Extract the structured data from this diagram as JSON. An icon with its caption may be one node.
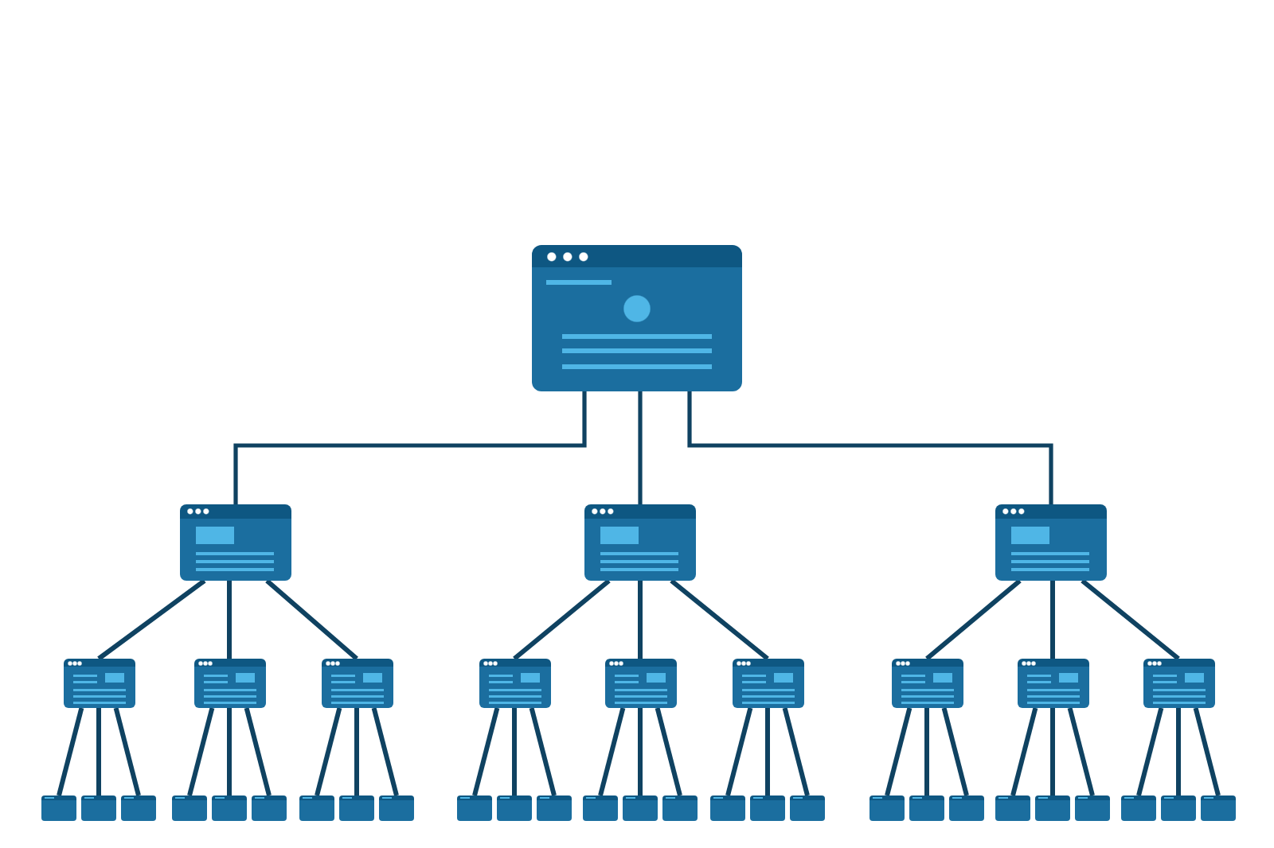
{
  "diagram": {
    "nodes": [
      {
        "text": [],
        "shape": "picture"
      },
      {
        "text": [],
        "shape": "picture"
      },
      {
        "text": [],
        "shape": "picture"
      },
      {
        "text": [],
        "shape": "picture"
      },
      {
        "text": [],
        "shape": "picture"
      },
      {
        "text": [],
        "shape": "picture"
      },
      {
        "text": [],
        "shape": "picture"
      },
      {
        "text": [],
        "shape": "picture"
      },
      {
        "text": [],
        "shape": "picture"
      },
      {
        "text": [],
        "shape": "picture"
      },
      {
        "text": [],
        "shape": "picture"
      },
      {
        "text": [],
        "shape": "picture"
      },
      {
        "text": [],
        "shape": "picture"
      },
      {
        "text": [],
        "shape": "box"
      },
      {
        "text": [],
        "shape": "box"
      },
      {
        "text": [],
        "shape": "box"
      },
      {
        "text": [],
        "shape": "box"
      },
      {
        "text": [],
        "shape": "box"
      },
      {
        "text": [],
        "shape": "box"
      },
      {
        "text": [],
        "shape": "box"
      },
      {
        "text": [],
        "shape": "box"
      },
      {
        "text": [],
        "shape": "box"
      },
      {
        "text": [],
        "shape": "box"
      },
      {
        "text": [],
        "shape": "box"
      },
      {
        "text": [],
        "shape": "box"
      },
      {
        "text": [],
        "shape": "box"
      },
      {
        "text": [],
        "shape": "box"
      },
      {
        "text": [],
        "shape": "box"
      },
      {
        "text": [],
        "shape": "box"
      },
      {
        "text": [],
        "shape": "box"
      },
      {
        "text": [],
        "shape": "box"
      },
      {
        "text": [],
        "shape": "box"
      },
      {
        "text": [],
        "shape": "box"
      },
      {
        "text": [],
        "shape": "box"
      },
      {
        "text": [],
        "shape": "box"
      },
      {
        "text": [],
        "shape": "box"
      },
      {
        "text": [],
        "shape": "box"
      },
      {
        "text": [],
        "shape": "box"
      },
      {
        "text": [],
        "shape": "box"
      },
      {
        "text": [],
        "shape": "box"
      }
    ],
    "edges": [
      {
        "from": 0,
        "to": 1,
        "arrow": "none"
      },
      {
        "from": 0,
        "to": 2,
        "arrow": "none"
      },
      {
        "from": 0,
        "to": 3,
        "arrow": "none"
      },
      {
        "from": 1,
        "to": 4,
        "arrow": "none"
      },
      {
        "from": 1,
        "to": 5,
        "arrow": "none"
      },
      {
        "from": 1,
        "to": 6,
        "arrow": "none"
      },
      {
        "from": 2,
        "to": 7,
        "arrow": "none"
      },
      {
        "from": 2,
        "to": 8,
        "arrow": "none"
      },
      {
        "from": 2,
        "to": 9,
        "arrow": "none"
      },
      {
        "from": 3,
        "to": 10,
        "arrow": "none"
      },
      {
        "from": 3,
        "to": 11,
        "arrow": "none"
      },
      {
        "from": 3,
        "to": 12,
        "arrow": "none"
      },
      {
        "from": 4,
        "to": 13,
        "arrow": "none"
      },
      {
        "from": 4,
        "to": 14,
        "arrow": "none"
      },
      {
        "from": 4,
        "to": 15,
        "arrow": "none"
      },
      {
        "from": 5,
        "to": 16,
        "arrow": "none"
      },
      {
        "from": 5,
        "to": 17,
        "arrow": "none"
      },
      {
        "from": 5,
        "to": 18,
        "arrow": "none"
      },
      {
        "from": 6,
        "to": 19,
        "arrow": "none"
      },
      {
        "from": 6,
        "to": 20,
        "arrow": "none"
      },
      {
        "from": 6,
        "to": 21,
        "arrow": "none"
      },
      {
        "from": 7,
        "to": 22,
        "arrow": "none"
      },
      {
        "from": 7,
        "to": 23,
        "arrow": "none"
      },
      {
        "from": 7,
        "to": 24,
        "arrow": "none"
      },
      {
        "from": 8,
        "to": 25,
        "arrow": "none"
      },
      {
        "from": 8,
        "to": 26,
        "arrow": "none"
      },
      {
        "from": 8,
        "to": 27,
        "arrow": "none"
      },
      {
        "from": 9,
        "to": 28,
        "arrow": "none"
      },
      {
        "from": 9,
        "to": 29,
        "arrow": "none"
      },
      {
        "from": 9,
        "to": 30,
        "arrow": "none"
      },
      {
        "from": 10,
        "to": 31,
        "arrow": "none"
      },
      {
        "from": 10,
        "to": 32,
        "arrow": "none"
      },
      {
        "from": 10,
        "to": 33,
        "arrow": "none"
      },
      {
        "from": 11,
        "to": 34,
        "arrow": "none"
      },
      {
        "from": 11,
        "to": 35,
        "arrow": "none"
      },
      {
        "from": 11,
        "to": 36,
        "arrow": "none"
      },
      {
        "from": 12,
        "to": 37,
        "arrow": "none"
      },
      {
        "from": 12,
        "to": 38,
        "arrow": "none"
      },
      {
        "from": 12,
        "to": 39,
        "arrow": "none"
      }
    ]
  }
}
